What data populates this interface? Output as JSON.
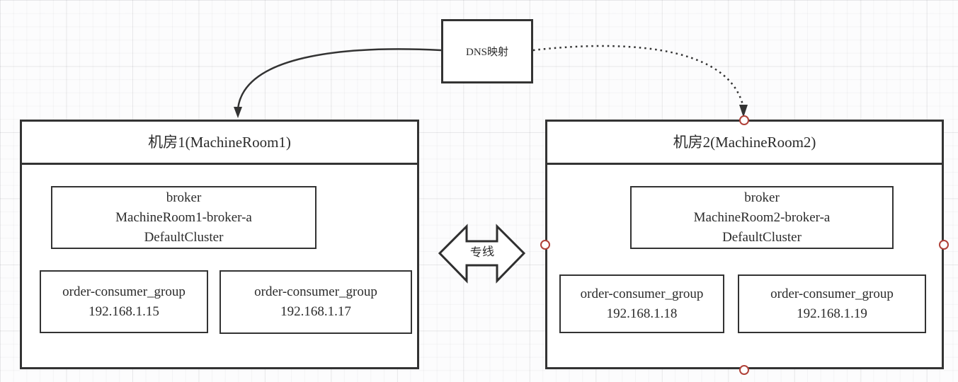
{
  "colors": {
    "shape_border": "#333333",
    "shape_fill": "#ffffff",
    "text": "#2b2b2b",
    "connection_handle": "#b04138"
  },
  "dns": {
    "label": "DNS映射"
  },
  "dedicated_line": {
    "label": "专线"
  },
  "rooms": [
    {
      "title": "机房1(MachineRoom1)",
      "broker": {
        "type": "broker",
        "name": "MachineRoom1-broker-a",
        "cluster": "DefaultCluster"
      },
      "consumers": [
        {
          "group": "order-consumer_group",
          "ip": "192.168.1.15"
        },
        {
          "group": "order-consumer_group",
          "ip": "192.168.1.17"
        }
      ]
    },
    {
      "title": "机房2(MachineRoom2)",
      "broker": {
        "type": "broker",
        "name": "MachineRoom2-broker-a",
        "cluster": "DefaultCluster"
      },
      "consumers": [
        {
          "group": "order-consumer_group",
          "ip": "192.168.1.18"
        },
        {
          "group": "order-consumer_group",
          "ip": "192.168.1.19"
        }
      ]
    }
  ]
}
